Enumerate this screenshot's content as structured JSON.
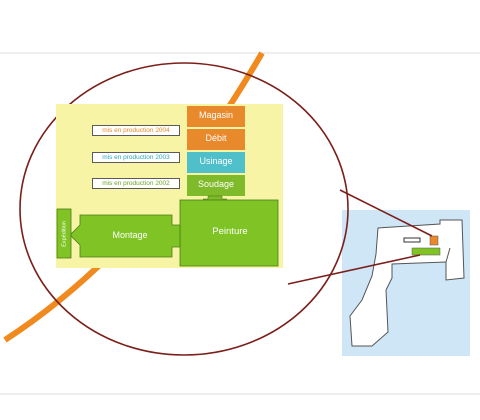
{
  "diagram": {
    "flow_steps": [
      {
        "label": "Magasin",
        "color": "#e8892c"
      },
      {
        "label": "Débit",
        "color": "#e8892c"
      },
      {
        "label": "Usinage",
        "color": "#4fbfc9"
      },
      {
        "label": "Soudage",
        "color": "#7fba2a"
      }
    ],
    "workshops": {
      "montage": "Montage",
      "peinture": "Peinture",
      "side_label": "Expédition"
    },
    "production_tags": [
      {
        "label": "mis en production 2004",
        "color": "#e8892c"
      },
      {
        "label": "mis en production 2003",
        "color": "#29a6b8"
      },
      {
        "label": "mis en production 2002",
        "color": "#6aa524"
      }
    ],
    "colors": {
      "zone_fill": "#f7f4a6",
      "outline": "#7a1f1a",
      "road": "#f08a1e",
      "site_bg": "#cfe6f7",
      "green": "#7fc424",
      "orange": "#e8892c",
      "cyan": "#4fbfc9"
    }
  }
}
